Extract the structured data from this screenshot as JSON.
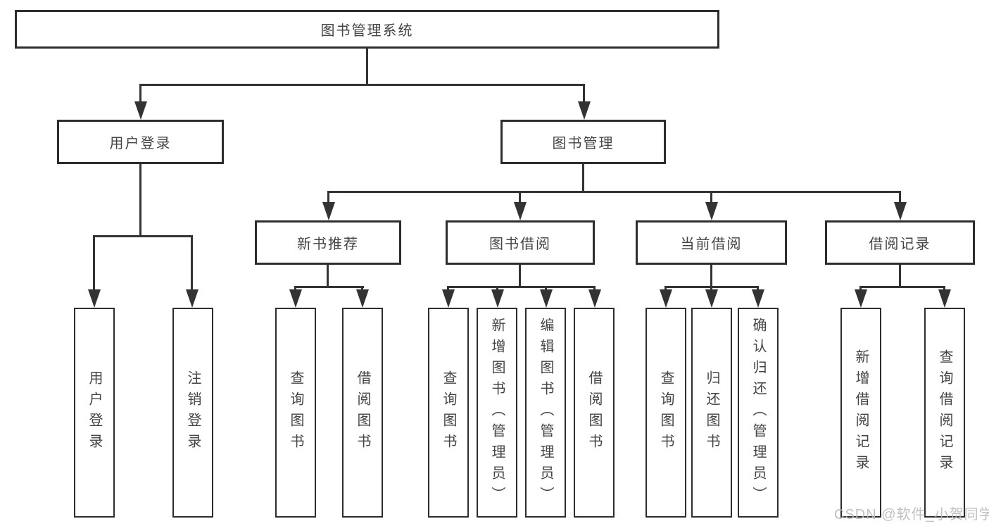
{
  "diagram": {
    "root": "图书管理系统",
    "branches": [
      {
        "label": "用户登录",
        "children": [
          "用户登录",
          "注销登录"
        ]
      },
      {
        "label": "图书管理",
        "children": [
          {
            "label": "新书推荐",
            "children": [
              "查询图书",
              "借阅图书"
            ]
          },
          {
            "label": "图书借阅",
            "children": [
              "查询图书",
              "新增图书（管理员）",
              "编辑图书（管理员）",
              "借阅图书"
            ]
          },
          {
            "label": "当前借阅",
            "children": [
              "查询图书",
              "归还图书",
              "确认归还（管理员）"
            ]
          },
          {
            "label": "借阅记录",
            "children": [
              "新增借阅记录",
              "查询借阅记录"
            ]
          }
        ]
      }
    ]
  },
  "watermark": "CSDN @软件_小贺同学",
  "colors": {
    "line": "#333333",
    "box_border": "#2d2d2d",
    "text": "#444444",
    "watermark": "#b9b9b9",
    "background": "#ffffff"
  }
}
